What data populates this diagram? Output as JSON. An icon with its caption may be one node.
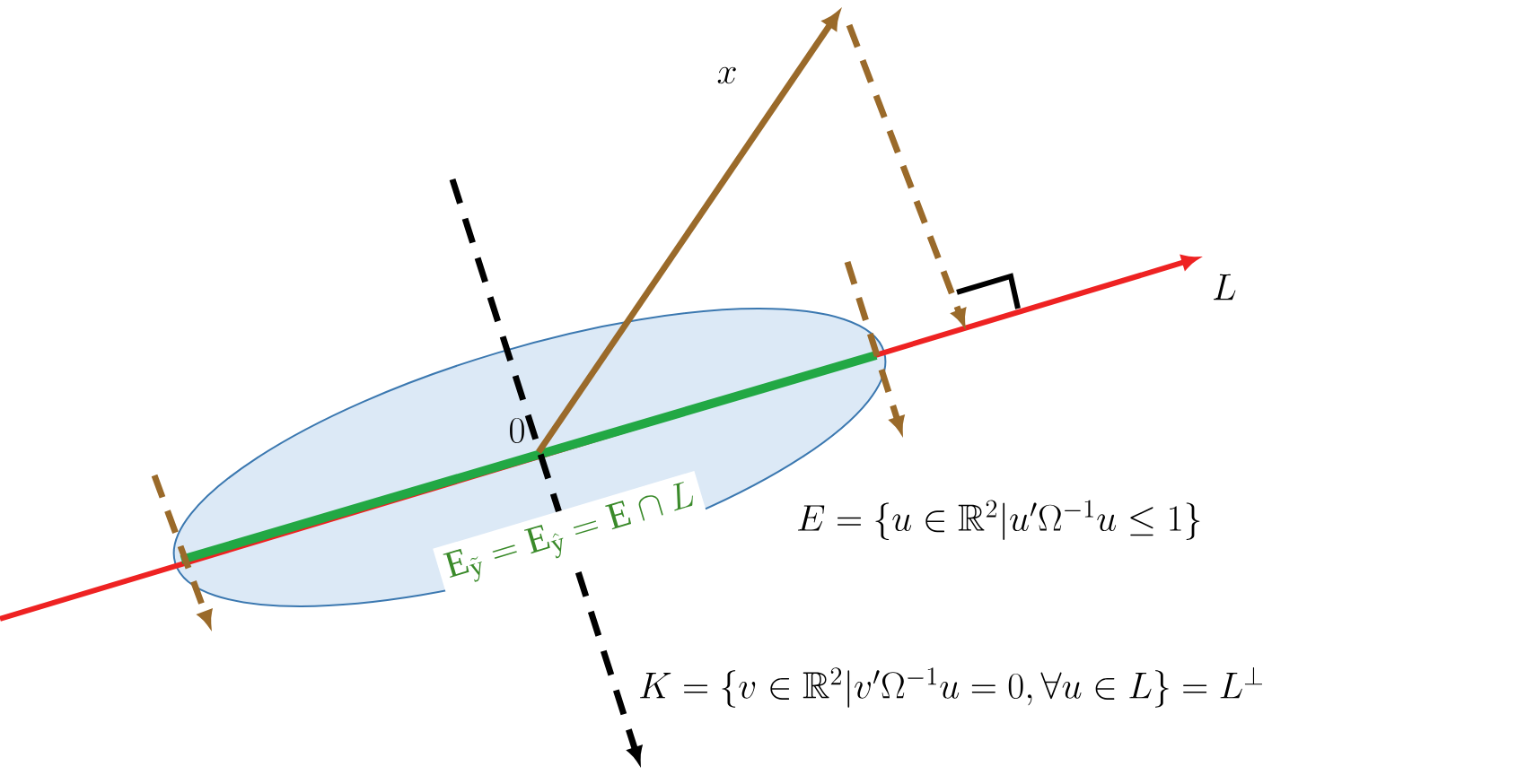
{
  "diagram": {
    "labels": [
      "x",
      "L",
      "0",
      "\\mathrm{E}_{\\tilde{\\mathrm{y}}} = \\mathrm{E}_{\\hat{\\mathrm{y}}} = \\mathrm{E} \\cap L",
      "E = \\{u \\in \\mathbb{R}^2 | u'\\Omega^{-1}u \\leq 1\\}",
      "K = \\{v \\in \\mathbb{R}^2 | v'\\Omega^{-1}u = 0, \\forall u \\in L\\} = L^{\\perp}"
    ]
  }
}
